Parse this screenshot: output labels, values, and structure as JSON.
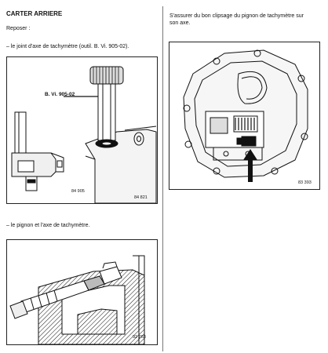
{
  "left": {
    "title": "CARTER ARRIERE",
    "subtitle": "Reposer :",
    "item1": "–   le joint d'axe de tachymètre (outil. B. Vi. 905-02).",
    "fig1": {
      "tool_label": "B. Vi. 905-02",
      "code_a": "84 905",
      "code_b": "84 821"
    },
    "item2": "–   le pignon et l'axe de tachymètre.",
    "fig2": {
      "code": "92 763"
    }
  },
  "right": {
    "line1": "S'assurer du bon clipsage du pignon de tachymètre sur",
    "line2": "son axe.",
    "fig3": {
      "code": "83 393"
    }
  }
}
